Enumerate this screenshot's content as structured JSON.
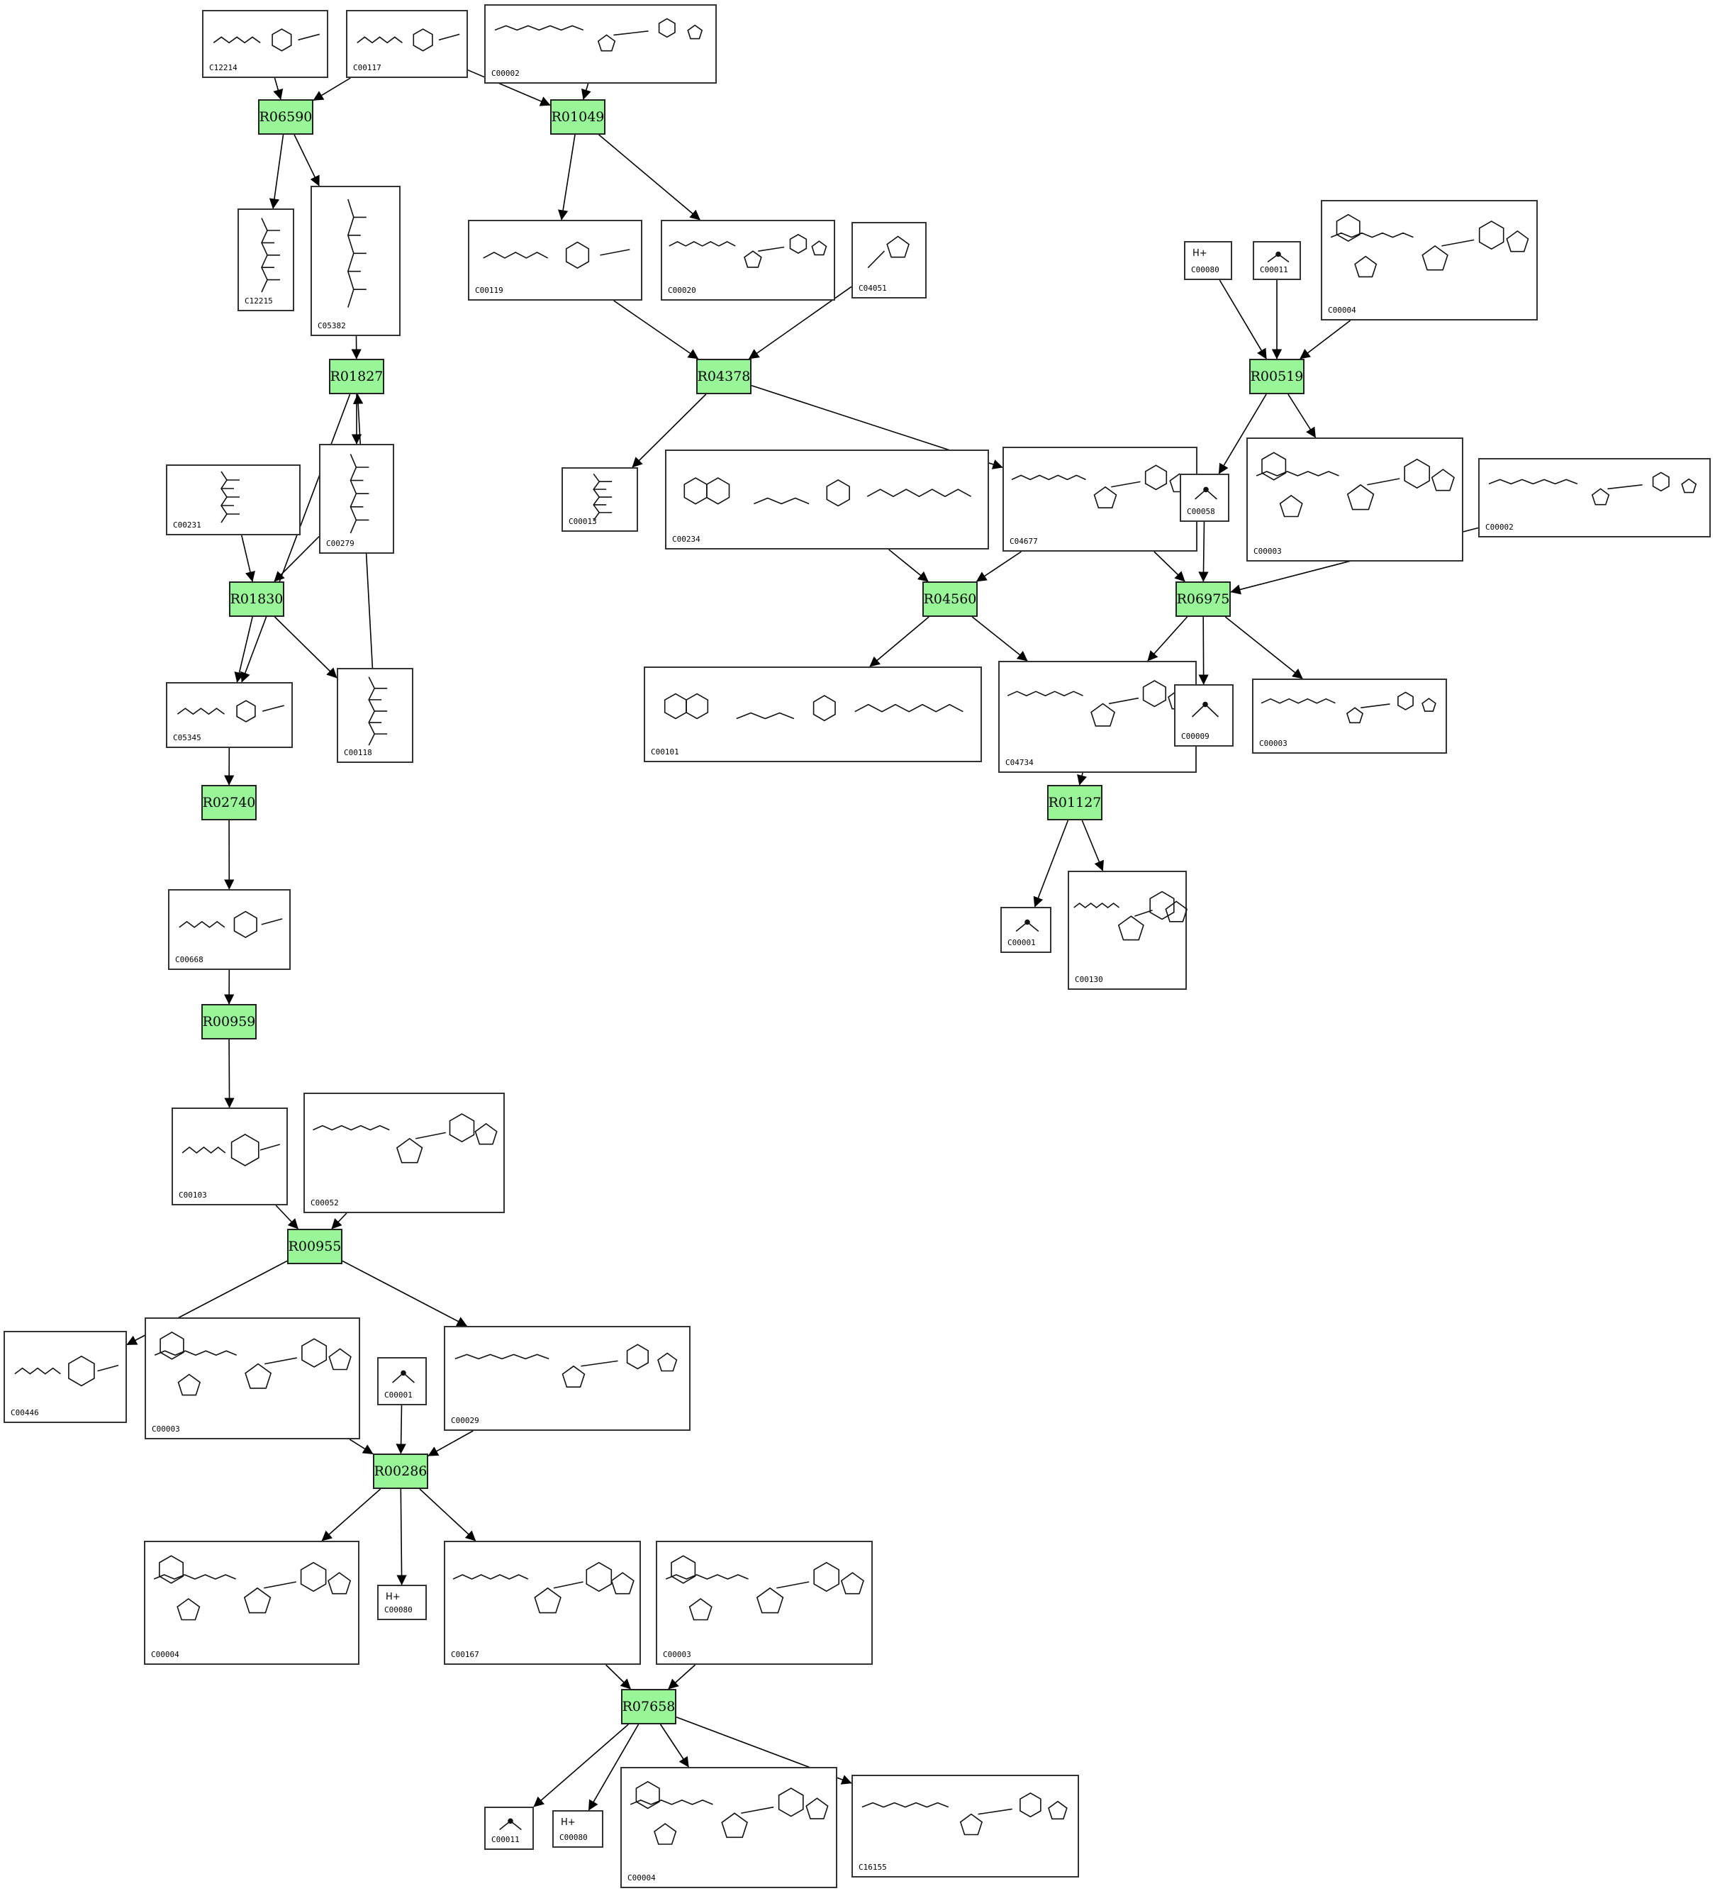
{
  "colors": {
    "reaction_fill": "#98f598",
    "reaction_border": "#222222",
    "compound_border": "#333333",
    "edge": "#000000",
    "structure_line": "#111111"
  },
  "icons": {
    "compound": "chemical-structure-icon",
    "edge": "arrow-icon"
  },
  "reactions": [
    {
      "id": "R06590"
    },
    {
      "id": "R01049"
    },
    {
      "id": "R01827"
    },
    {
      "id": "R04378"
    },
    {
      "id": "R00519"
    },
    {
      "id": "R01830"
    },
    {
      "id": "R04560"
    },
    {
      "id": "R06975"
    },
    {
      "id": "R02740"
    },
    {
      "id": "R01127"
    },
    {
      "id": "R00959"
    },
    {
      "id": "R00955"
    },
    {
      "id": "R00286"
    },
    {
      "id": "R07658"
    }
  ],
  "compounds": [
    {
      "key": "C12214",
      "id": "C12214",
      "structure": "ring"
    },
    {
      "key": "C00117",
      "id": "C00117",
      "structure": "ring"
    },
    {
      "key": "C00002a",
      "id": "C00002",
      "structure": "nucleotide"
    },
    {
      "key": "C12215",
      "id": "C12215",
      "structure": "chain"
    },
    {
      "key": "C05382",
      "id": "C05382",
      "structure": "chain"
    },
    {
      "key": "C00119",
      "id": "C00119",
      "structure": "ring"
    },
    {
      "key": "C00020",
      "id": "C00020",
      "structure": "nucleotide"
    },
    {
      "key": "C04051",
      "id": "C04051",
      "structure": "small-ring"
    },
    {
      "key": "C00080a",
      "id": "C00080",
      "structure": "ion",
      "formula": "H+"
    },
    {
      "key": "C00011a",
      "id": "C00011",
      "structure": "small"
    },
    {
      "key": "C00004a",
      "id": "C00004",
      "structure": "dinucleotide"
    },
    {
      "key": "C00231",
      "id": "C00231",
      "structure": "chain"
    },
    {
      "key": "C00279",
      "id": "C00279",
      "structure": "chain"
    },
    {
      "key": "C00013",
      "id": "C00013",
      "structure": "chain"
    },
    {
      "key": "C00234",
      "id": "C00234",
      "structure": "folate"
    },
    {
      "key": "C04677",
      "id": "C04677",
      "structure": "nucleotide"
    },
    {
      "key": "C00058",
      "id": "C00058",
      "structure": "small"
    },
    {
      "key": "C00003a",
      "id": "C00003",
      "structure": "dinucleotide"
    },
    {
      "key": "C00002b",
      "id": "C00002",
      "structure": "nucleotide"
    },
    {
      "key": "C05345",
      "id": "C05345",
      "structure": "ring"
    },
    {
      "key": "C00118",
      "id": "C00118",
      "structure": "chain"
    },
    {
      "key": "C00101",
      "id": "C00101",
      "structure": "folate"
    },
    {
      "key": "C04734",
      "id": "C04734",
      "structure": "nucleotide"
    },
    {
      "key": "C00009",
      "id": "C00009",
      "structure": "small"
    },
    {
      "key": "C00003b",
      "id": "C00003",
      "structure": "nucleotide"
    },
    {
      "key": "C00668",
      "id": "C00668",
      "structure": "ring"
    },
    {
      "key": "C00001a",
      "id": "C00001",
      "structure": "small"
    },
    {
      "key": "C00130",
      "id": "C00130",
      "structure": "nucleotide"
    },
    {
      "key": "C00103",
      "id": "C00103",
      "structure": "ring"
    },
    {
      "key": "C00052",
      "id": "C00052",
      "structure": "nucleotide"
    },
    {
      "key": "C00446",
      "id": "C00446",
      "structure": "ring"
    },
    {
      "key": "C00003c",
      "id": "C00003",
      "structure": "dinucleotide"
    },
    {
      "key": "C00001b",
      "id": "C00001",
      "structure": "small"
    },
    {
      "key": "C00029",
      "id": "C00029",
      "structure": "nucleotide"
    },
    {
      "key": "C00004b",
      "id": "C00004",
      "structure": "dinucleotide"
    },
    {
      "key": "C00080b",
      "id": "C00080",
      "structure": "ion",
      "formula": "H+"
    },
    {
      "key": "C00167",
      "id": "C00167",
      "structure": "nucleotide"
    },
    {
      "key": "C00003d",
      "id": "C00003",
      "structure": "dinucleotide"
    },
    {
      "key": "C00011b",
      "id": "C00011",
      "structure": "small"
    },
    {
      "key": "C00080c",
      "id": "C00080",
      "structure": "ion",
      "formula": "H+"
    },
    {
      "key": "C00004c",
      "id": "C00004",
      "structure": "dinucleotide"
    },
    {
      "key": "C16155",
      "id": "C16155",
      "structure": "nucleotide"
    }
  ],
  "edges": [
    [
      "C12214",
      "R06590"
    ],
    [
      "C00117",
      "R06590"
    ],
    [
      "C00117",
      "R01049"
    ],
    [
      "C00002a",
      "R01049"
    ],
    [
      "R06590",
      "C12215"
    ],
    [
      "R06590",
      "C05382"
    ],
    [
      "R01049",
      "C00119"
    ],
    [
      "R01049",
      "C00020"
    ],
    [
      "C05382",
      "R01827"
    ],
    [
      "C00119",
      "R04378"
    ],
    [
      "C04051",
      "R04378"
    ],
    [
      "C00080a",
      "R00519"
    ],
    [
      "C00011a",
      "R00519"
    ],
    [
      "C00004a",
      "R00519"
    ],
    [
      "R01827",
      "C00279"
    ],
    [
      "R01827",
      "C05345"
    ],
    [
      "C00118",
      "R01827"
    ],
    [
      "R04378",
      "C00013"
    ],
    [
      "R04378",
      "C04677"
    ],
    [
      "R00519",
      "C00058"
    ],
    [
      "R00519",
      "C00003a"
    ],
    [
      "C00231",
      "R01830"
    ],
    [
      "C00279",
      "R01830"
    ],
    [
      "C00234",
      "R04560"
    ],
    [
      "C04677",
      "R04560"
    ],
    [
      "C04677",
      "R06975"
    ],
    [
      "C00058",
      "R06975"
    ],
    [
      "C00002b",
      "R06975"
    ],
    [
      "R01830",
      "C05345"
    ],
    [
      "R01830",
      "C00118"
    ],
    [
      "R04560",
      "C00101"
    ],
    [
      "R04560",
      "C04734"
    ],
    [
      "R06975",
      "C04734"
    ],
    [
      "R06975",
      "C00009"
    ],
    [
      "R06975",
      "C00003b"
    ],
    [
      "C05345",
      "R02740"
    ],
    [
      "C04734",
      "R01127"
    ],
    [
      "R02740",
      "C00668"
    ],
    [
      "R01127",
      "C00001a"
    ],
    [
      "R01127",
      "C00130"
    ],
    [
      "C00668",
      "R00959"
    ],
    [
      "R00959",
      "C00103"
    ],
    [
      "C00103",
      "R00955"
    ],
    [
      "C00052",
      "R00955"
    ],
    [
      "R00955",
      "C00446"
    ],
    [
      "R00955",
      "C00029"
    ],
    [
      "C00003c",
      "R00286"
    ],
    [
      "C00001b",
      "R00286"
    ],
    [
      "C00029",
      "R00286"
    ],
    [
      "R00286",
      "C00004b"
    ],
    [
      "R00286",
      "C00080b"
    ],
    [
      "R00286",
      "C00167"
    ],
    [
      "C00167",
      "R07658"
    ],
    [
      "C00003d",
      "R07658"
    ],
    [
      "R07658",
      "C00011b"
    ],
    [
      "R07658",
      "C00080c"
    ],
    [
      "R07658",
      "C00004c"
    ],
    [
      "R07658",
      "C16155"
    ]
  ]
}
